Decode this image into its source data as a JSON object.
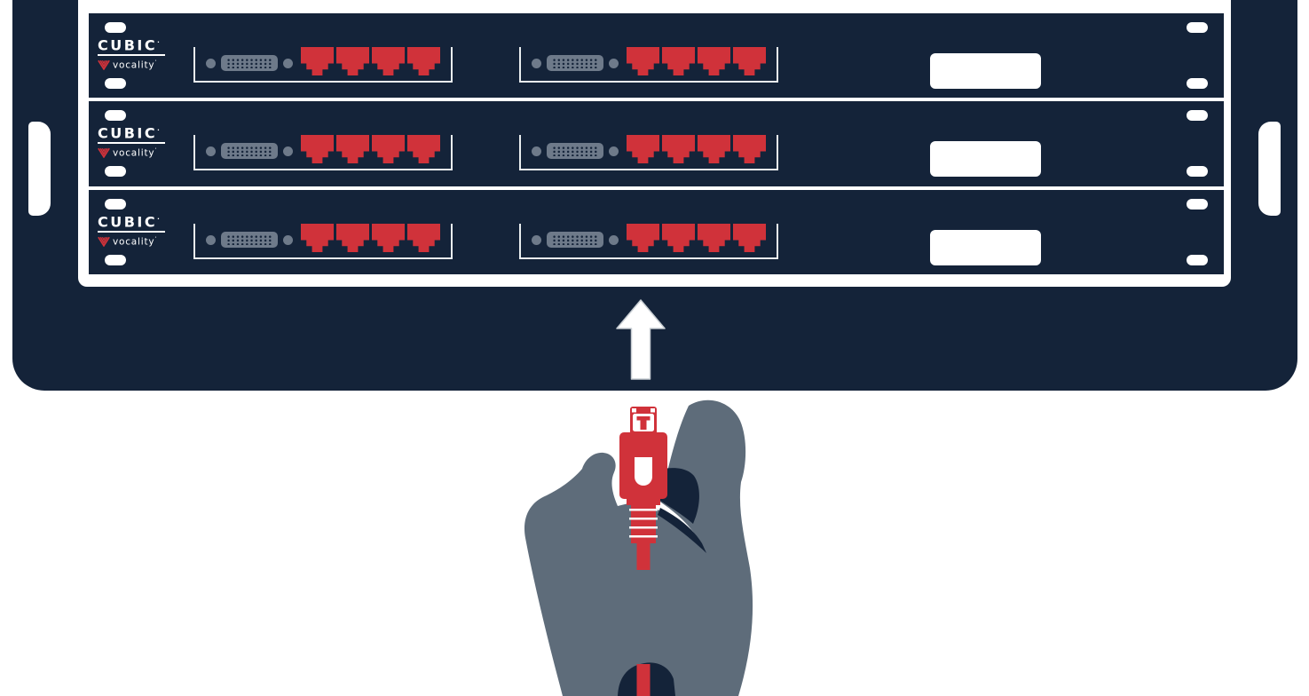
{
  "brand": {
    "name": "CUBIC",
    "name_trademark": "·",
    "product": "vocality",
    "product_trademark": "’"
  },
  "rack": {
    "unit_count": 3,
    "panels_per_unit": 2,
    "ethernet_ports_per_panel": 4,
    "device_label_text": ""
  },
  "arrow": {
    "direction": "up"
  },
  "colors": {
    "navy": "#142339",
    "red": "#D0323A",
    "white": "#FFFFFF",
    "hand_gray": "#5E6C7A",
    "connector_gray": "#6E7A8A",
    "panel_line": "#E9EDEF",
    "arrow_outline": "#C8CED3"
  }
}
